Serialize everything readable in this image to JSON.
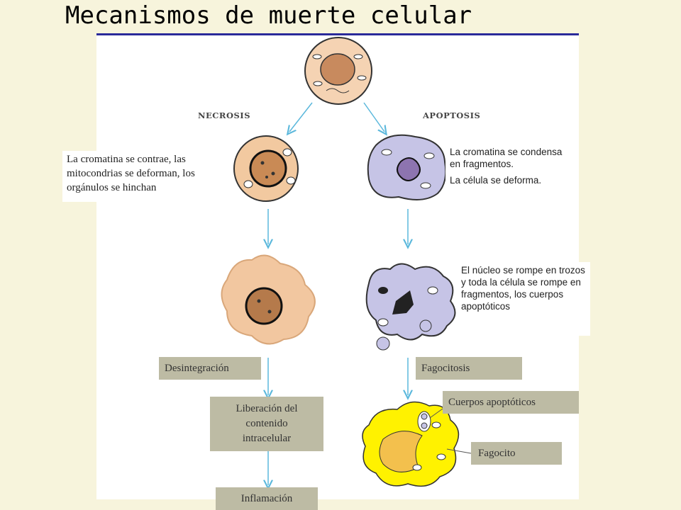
{
  "title": "Mecanismos de muerte celular",
  "branches": {
    "necrosis": "NECROSIS",
    "apoptosis": "APOPTOSIS"
  },
  "notes": {
    "necrosis_step1": "La cromatina se contrae, las mitocondrias se deforman, los orgánulos se hinchan",
    "apoptosis_step1_a": "La cromatina se condensa en fragmentos.",
    "apoptosis_step1_b": "La célula se deforma.",
    "apoptosis_step2": "El núcleo se rompe en trozos y toda la célula se rompe en fragmentos, los cuerpos apoptóticos"
  },
  "boxes": {
    "desintegracion": "Desintegración",
    "fagocitosis": "Fagocitosis",
    "liberacion": "Liberación del contenido intracelular",
    "cuerpos_apoptoticos": "Cuerpos apoptóticos",
    "fagocito": "Fagocito",
    "inflamacion": "Inflamación"
  },
  "colors": {
    "background": "#f7f4dc",
    "title_rule": "#2a2a9a",
    "box_fill": "#bdbba4",
    "arrow": "#5bb8dc",
    "necrotic_cell": "#f2c9a0",
    "apoptotic_cell": "#c6c4e6",
    "phagocyte": "#fff200"
  }
}
